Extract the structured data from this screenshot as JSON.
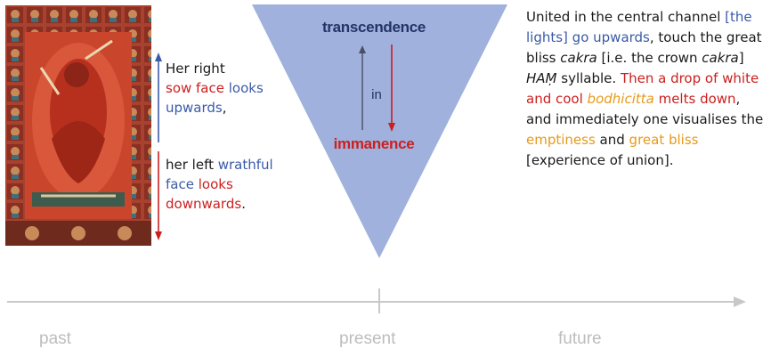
{
  "left_annotation": {
    "upper": {
      "p1": "Her ",
      "p2": "right",
      "p3": "sow face",
      "p4": " ",
      "p5": "looks",
      "p6": "upwards",
      "p7": ","
    },
    "lower": {
      "p1": "her left ",
      "p2": "wrathful",
      "p3": "face",
      "p4": " ",
      "p5": "looks",
      "p6": "downwards",
      "p7": "."
    }
  },
  "triangle": {
    "top_label": "transcendence",
    "middle_label": "in",
    "bottom_label": "immanence"
  },
  "right_paragraph": {
    "s1": "United in the central channel ",
    "s2": "[the lights] go upwards",
    "s3": ", touch the great bliss ",
    "s4": "cakra",
    "s5": " [i.e. the crown ",
    "s6": "cakra",
    "s7": "] ",
    "s8": "HAṂ",
    "s9": " syllable. ",
    "s10": "Then a ",
    "s11": "drop of white and cool",
    "s12": " ",
    "s13": "bodhicitta",
    "s14": " ",
    "s15": "melts down",
    "s16": ", and immediately one visualises the ",
    "s17": "emptiness",
    "s18": " and ",
    "s19": "great bliss",
    "s20": " [experience of union]."
  },
  "timeline": {
    "past": "past",
    "present": "present",
    "future": "future"
  },
  "colors": {
    "blue_text": "#3a5ba8",
    "red_text": "#cc1f1f",
    "orange_text": "#e79a1a",
    "triangle_fill": "#9fb1dc",
    "timeline_gray": "#c8c8c8"
  }
}
